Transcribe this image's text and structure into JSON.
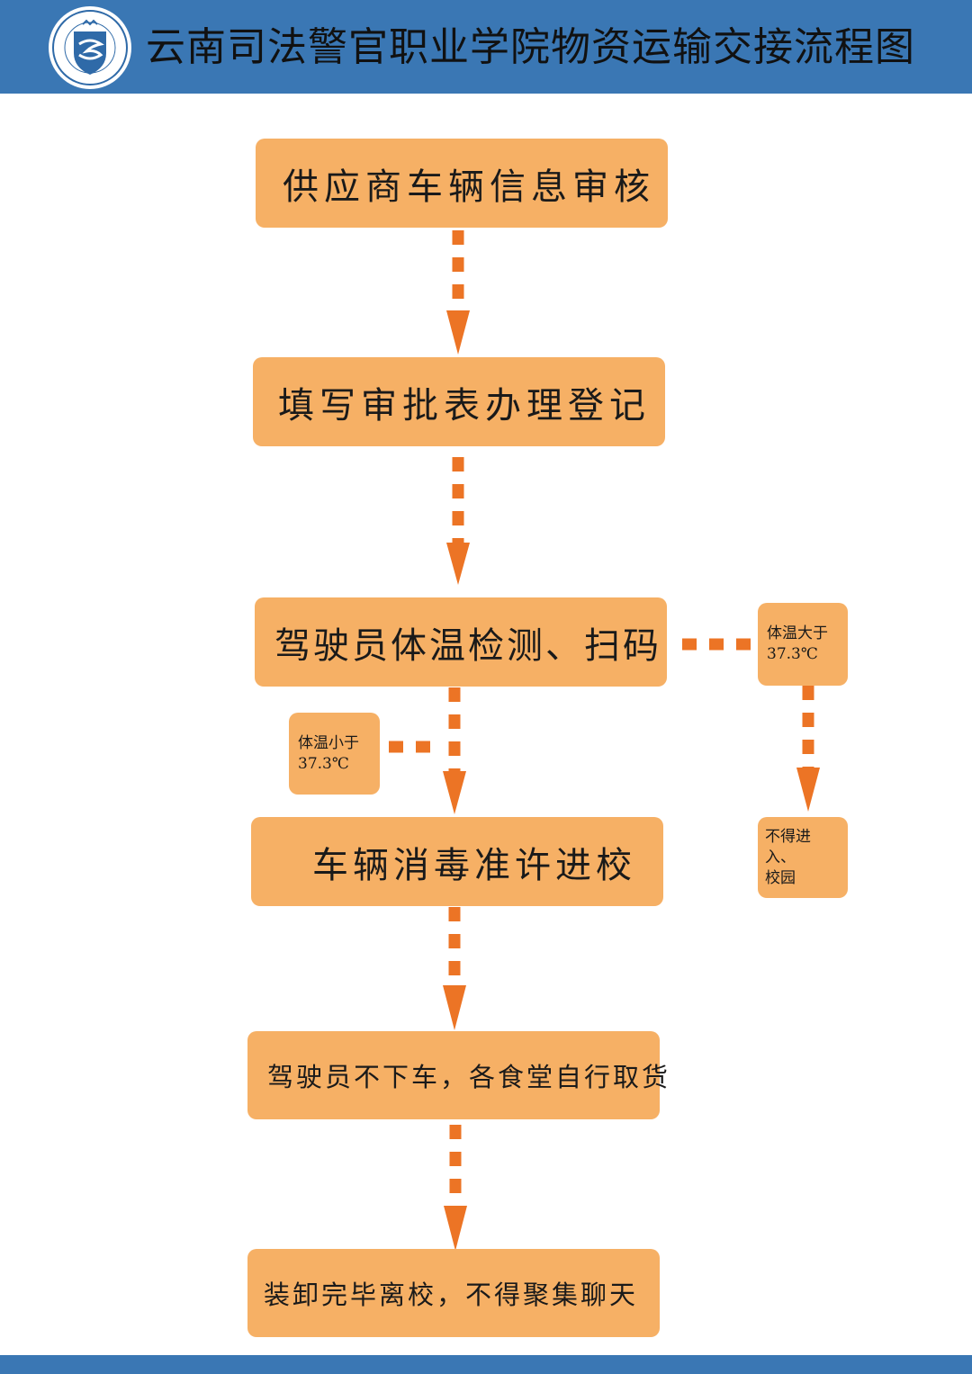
{
  "header": {
    "title": "云南司法警官职业学院物资运输交接流程图",
    "logo_color": "#2f6aa8"
  },
  "colors": {
    "header_bg": "#3a77b4",
    "box_fill": "#f6b065",
    "arrow": "#ec7425"
  },
  "flow": {
    "step1": "供应商车辆信息审核",
    "step2": "填写审批表办理登记",
    "step3": "驾驶员体温检测、扫码",
    "step4": "车辆消毒准许进校",
    "step5": "驾驶员不下车，各食堂自行取货",
    "step6": "装卸完毕离校，不得聚集聊天"
  },
  "branches": {
    "low_temp_line1": "体温小于",
    "low_temp_line2": "37.3℃",
    "high_temp_line1": "体温大于",
    "high_temp_line2": "37.3℃",
    "deny_line1": "不得进入、",
    "deny_line2": "校园"
  }
}
